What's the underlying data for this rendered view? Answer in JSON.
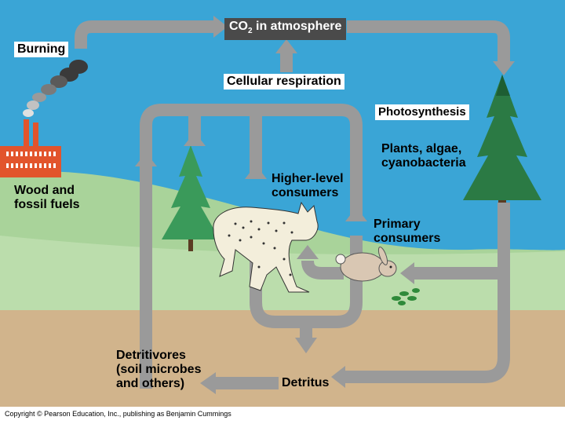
{
  "labels": {
    "co2": "CO",
    "co2_sub": "2",
    "co2_rest": " in atmosphere",
    "burning": "Burning",
    "cellular_respiration": "Cellular respiration",
    "photosynthesis": "Photosynthesis",
    "plants": "Plants, algae,\ncyanobacteria",
    "higher_level": "Higher-level\nconsumers",
    "primary": "Primary\nconsumers",
    "wood": "Wood and\nfossil fuels",
    "detritivores": "Detritivores\n(soil microbes\nand others)",
    "detritus": "Detritus"
  },
  "copyright": "Copyright © Pearson Education, Inc., publishing as Benjamin Cummings",
  "colors": {
    "sky": "#3aa5d6",
    "hill": "#a9d39a",
    "grass": "#bfe0b0",
    "soil": "#d1b48c",
    "arrow": "#9a9a9a",
    "factory": "#e2542c",
    "tree": "#2b7a44"
  },
  "icons": [
    "factory-icon",
    "smoke-icon",
    "tall-tree-icon",
    "spruce-tree-icon",
    "lynx-icon",
    "rabbit-icon",
    "seedling-icon"
  ]
}
